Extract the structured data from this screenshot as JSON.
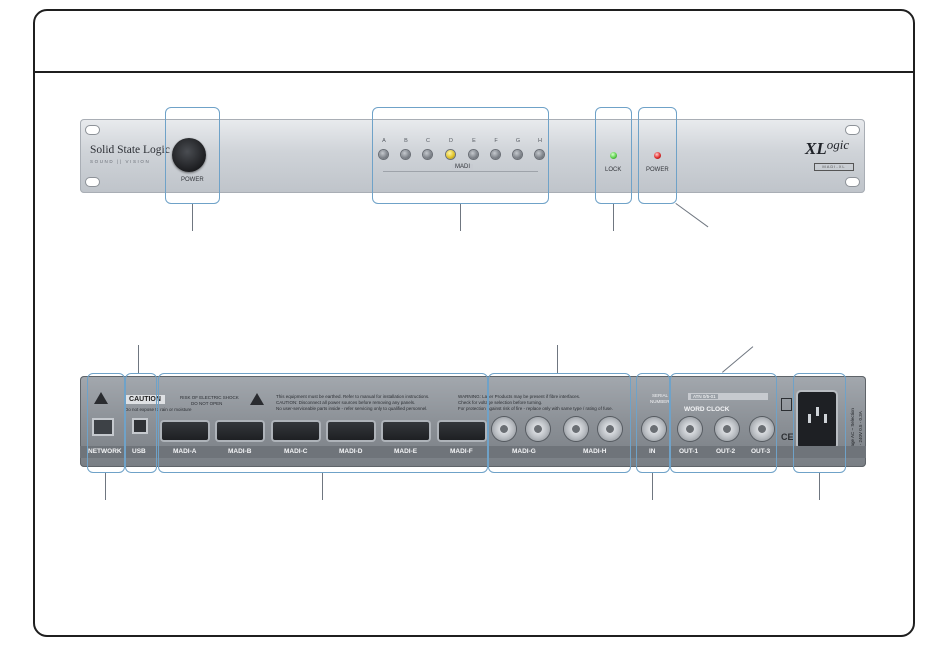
{
  "front_panel": {
    "brand": "Solid State Logic",
    "brand_sub": "SOUND || VISION",
    "power_label": "POWER",
    "madi_letters": [
      "A",
      "B",
      "C",
      "D",
      "E",
      "F",
      "G",
      "H"
    ],
    "madi_label": "MADI",
    "madi_active_led": "D",
    "lock_label": "LOCK",
    "power_led_label": "POWER",
    "logo_xl": "XL",
    "logo_ogic": "ogic",
    "logo_sub": "MADI-XL"
  },
  "rear_panel": {
    "caution_label": "CAUTION",
    "shock_warning_1": "RISK OF ELECTRIC SHOCK",
    "shock_warning_2": "DO NOT OPEN",
    "moisture_note": "Do not expose to rain or moisture",
    "notice_1": "This equipment must be earthed. Refer to manual for installation instructions.",
    "notice_2": "CAUTION: Disconnect all power sources before removing any panels.",
    "notice_3": "No user-serviceable parts inside - refer servicing only to qualified personnel.",
    "notice_4": "WARNING: Laser Products may be present if fibre interfaces.",
    "notice_5": "Check for voltage selection before turning.",
    "notice_6": "For protection against risk of fire - replace only with same type / rating of fuse.",
    "network_label": "NETWORK",
    "usb_label": "USB",
    "madi_ports": [
      "MADI-A",
      "MADI-B",
      "MADI-C",
      "MADI-D",
      "MADI-E",
      "MADI-F"
    ],
    "madi_g_label": "MADI-G",
    "madi_h_label": "MADI-H",
    "serial_label_1": "SERIAL",
    "serial_label_2": "NUMBER",
    "serial_value": "ATN 0/5-01",
    "word_clock_label": "WORD CLOCK",
    "in_label": "IN",
    "out_labels": [
      "OUT-1",
      "OUT-2",
      "OUT-3"
    ],
    "mains_text_1": "Voltage AC ~ Selection",
    "mains_text_2": "100 - 240V 0.5 - 0.3A"
  },
  "colors": {
    "callout_blue": "#6fa2c8",
    "frame_dark": "#1f1f1f",
    "lock_led_green": "#5bd04a",
    "power_led_red": "#e02a2a",
    "active_led_yellow": "#e2c42a"
  }
}
